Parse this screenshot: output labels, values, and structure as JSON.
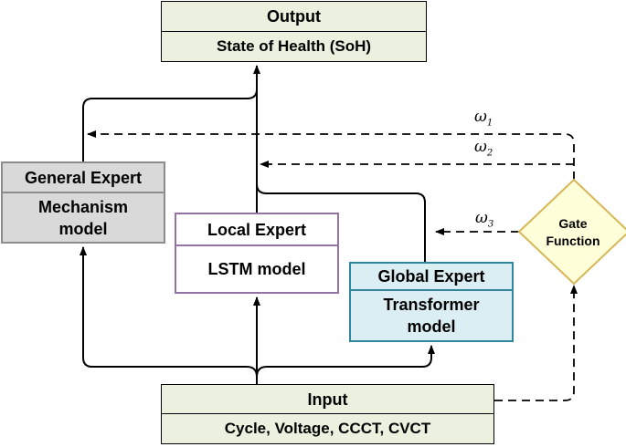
{
  "output": {
    "title": "Output",
    "subtitle": "State of Health (SoH)"
  },
  "input": {
    "title": "Input",
    "subtitle": "Cycle, Voltage, CCCT, CVCT"
  },
  "general_expert": {
    "title": "General Expert",
    "model": "Mechanism\nmodel"
  },
  "local_expert": {
    "title": "Local Expert",
    "model": "LSTM model"
  },
  "global_expert": {
    "title": "Global Expert",
    "model": "Transformer\nmodel"
  },
  "gate": {
    "label": "Gate\nFunction"
  },
  "weights": [
    {
      "symbol": "ω",
      "sub": "1"
    },
    {
      "symbol": "ω",
      "sub": "2"
    },
    {
      "symbol": "ω",
      "sub": "3"
    }
  ],
  "colors": {
    "output_input_fill": "#ebf1de",
    "general_fill": "#d9d9d9",
    "general_border": "#8c8c8c",
    "local_border": "#9673a6",
    "global_fill": "#dbeef4",
    "global_border": "#31859c",
    "gate_fill": "#ffffd9",
    "gate_border": "#d6b656"
  }
}
